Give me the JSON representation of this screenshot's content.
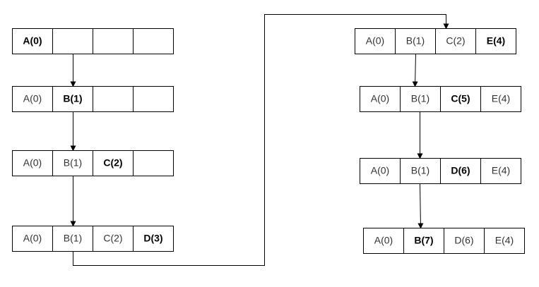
{
  "colors": {
    "stroke": "#000000",
    "background": "#ffffff",
    "normal_text": "#333333",
    "bold_text": "#000000"
  },
  "arrays": [
    {
      "id": "L1",
      "cells": [
        {
          "text": "A(0)",
          "bold": true
        },
        {
          "text": "",
          "bold": false
        },
        {
          "text": "",
          "bold": false
        },
        {
          "text": "",
          "bold": false
        }
      ]
    },
    {
      "id": "L2",
      "cells": [
        {
          "text": "A(0)",
          "bold": false
        },
        {
          "text": "B(1)",
          "bold": true
        },
        {
          "text": "",
          "bold": false
        },
        {
          "text": "",
          "bold": false
        }
      ]
    },
    {
      "id": "L3",
      "cells": [
        {
          "text": "A(0)",
          "bold": false
        },
        {
          "text": "B(1)",
          "bold": false
        },
        {
          "text": "C(2)",
          "bold": true
        },
        {
          "text": "",
          "bold": false
        }
      ]
    },
    {
      "id": "L4",
      "cells": [
        {
          "text": "A(0)",
          "bold": false
        },
        {
          "text": "B(1)",
          "bold": false
        },
        {
          "text": "C(2)",
          "bold": false
        },
        {
          "text": "D(3)",
          "bold": true
        }
      ]
    },
    {
      "id": "R1",
      "cells": [
        {
          "text": "A(0)",
          "bold": false
        },
        {
          "text": "B(1)",
          "bold": false
        },
        {
          "text": "C(2)",
          "bold": false
        },
        {
          "text": "E(4)",
          "bold": true
        }
      ]
    },
    {
      "id": "R2",
      "cells": [
        {
          "text": "A(0)",
          "bold": false
        },
        {
          "text": "B(1)",
          "bold": false
        },
        {
          "text": "C(5)",
          "bold": true
        },
        {
          "text": "E(4)",
          "bold": false
        }
      ]
    },
    {
      "id": "R3",
      "cells": [
        {
          "text": "A(0)",
          "bold": false
        },
        {
          "text": "B(1)",
          "bold": false
        },
        {
          "text": "D(6)",
          "bold": true
        },
        {
          "text": "E(4)",
          "bold": false
        }
      ]
    },
    {
      "id": "R4",
      "cells": [
        {
          "text": "A(0)",
          "bold": false
        },
        {
          "text": "B(7)",
          "bold": true
        },
        {
          "text": "D(6)",
          "bold": false
        },
        {
          "text": "E(4)",
          "bold": false
        }
      ]
    }
  ],
  "connections": [
    {
      "from": "L1",
      "to": "L2"
    },
    {
      "from": "L2",
      "to": "L3"
    },
    {
      "from": "L3",
      "to": "L4"
    },
    {
      "from": "L4",
      "to": "R1"
    },
    {
      "from": "R1",
      "to": "R2"
    },
    {
      "from": "R2",
      "to": "R3"
    },
    {
      "from": "R3",
      "to": "R4"
    }
  ]
}
